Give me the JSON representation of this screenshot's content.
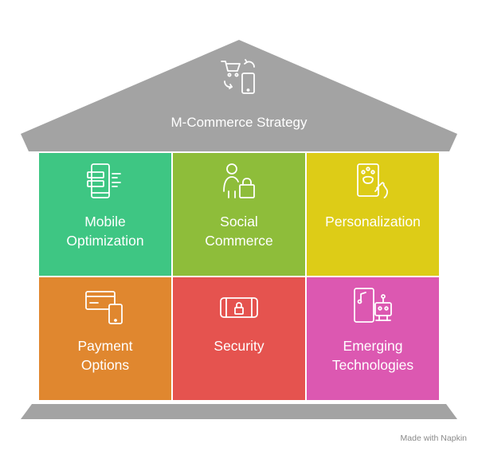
{
  "title": "M-Commerce Strategy",
  "colors": {
    "roof": "#a3a3a3",
    "base": "#a3a3a3",
    "mobile": "#3ec683",
    "social": "#8ebd3a",
    "personal": "#ddcc17",
    "payment": "#e0872f",
    "security": "#e5534f",
    "emerging": "#dc58b1"
  },
  "pillars": [
    {
      "label1": "Mobile",
      "label2": "Optimization",
      "icon": "mobile-screen-icon"
    },
    {
      "label1": "Social",
      "label2": "Commerce",
      "icon": "shopper-bag-icon"
    },
    {
      "label1": "Personalization",
      "label2": "",
      "icon": "tap-personalize-icon"
    },
    {
      "label1": "Payment",
      "label2": "Options",
      "icon": "card-phone-icon"
    },
    {
      "label1": "Security",
      "label2": "",
      "icon": "secure-phone-icon"
    },
    {
      "label1": "Emerging",
      "label2": "Technologies",
      "icon": "robot-music-icon"
    }
  ],
  "watermark": "Made with  Napkin"
}
